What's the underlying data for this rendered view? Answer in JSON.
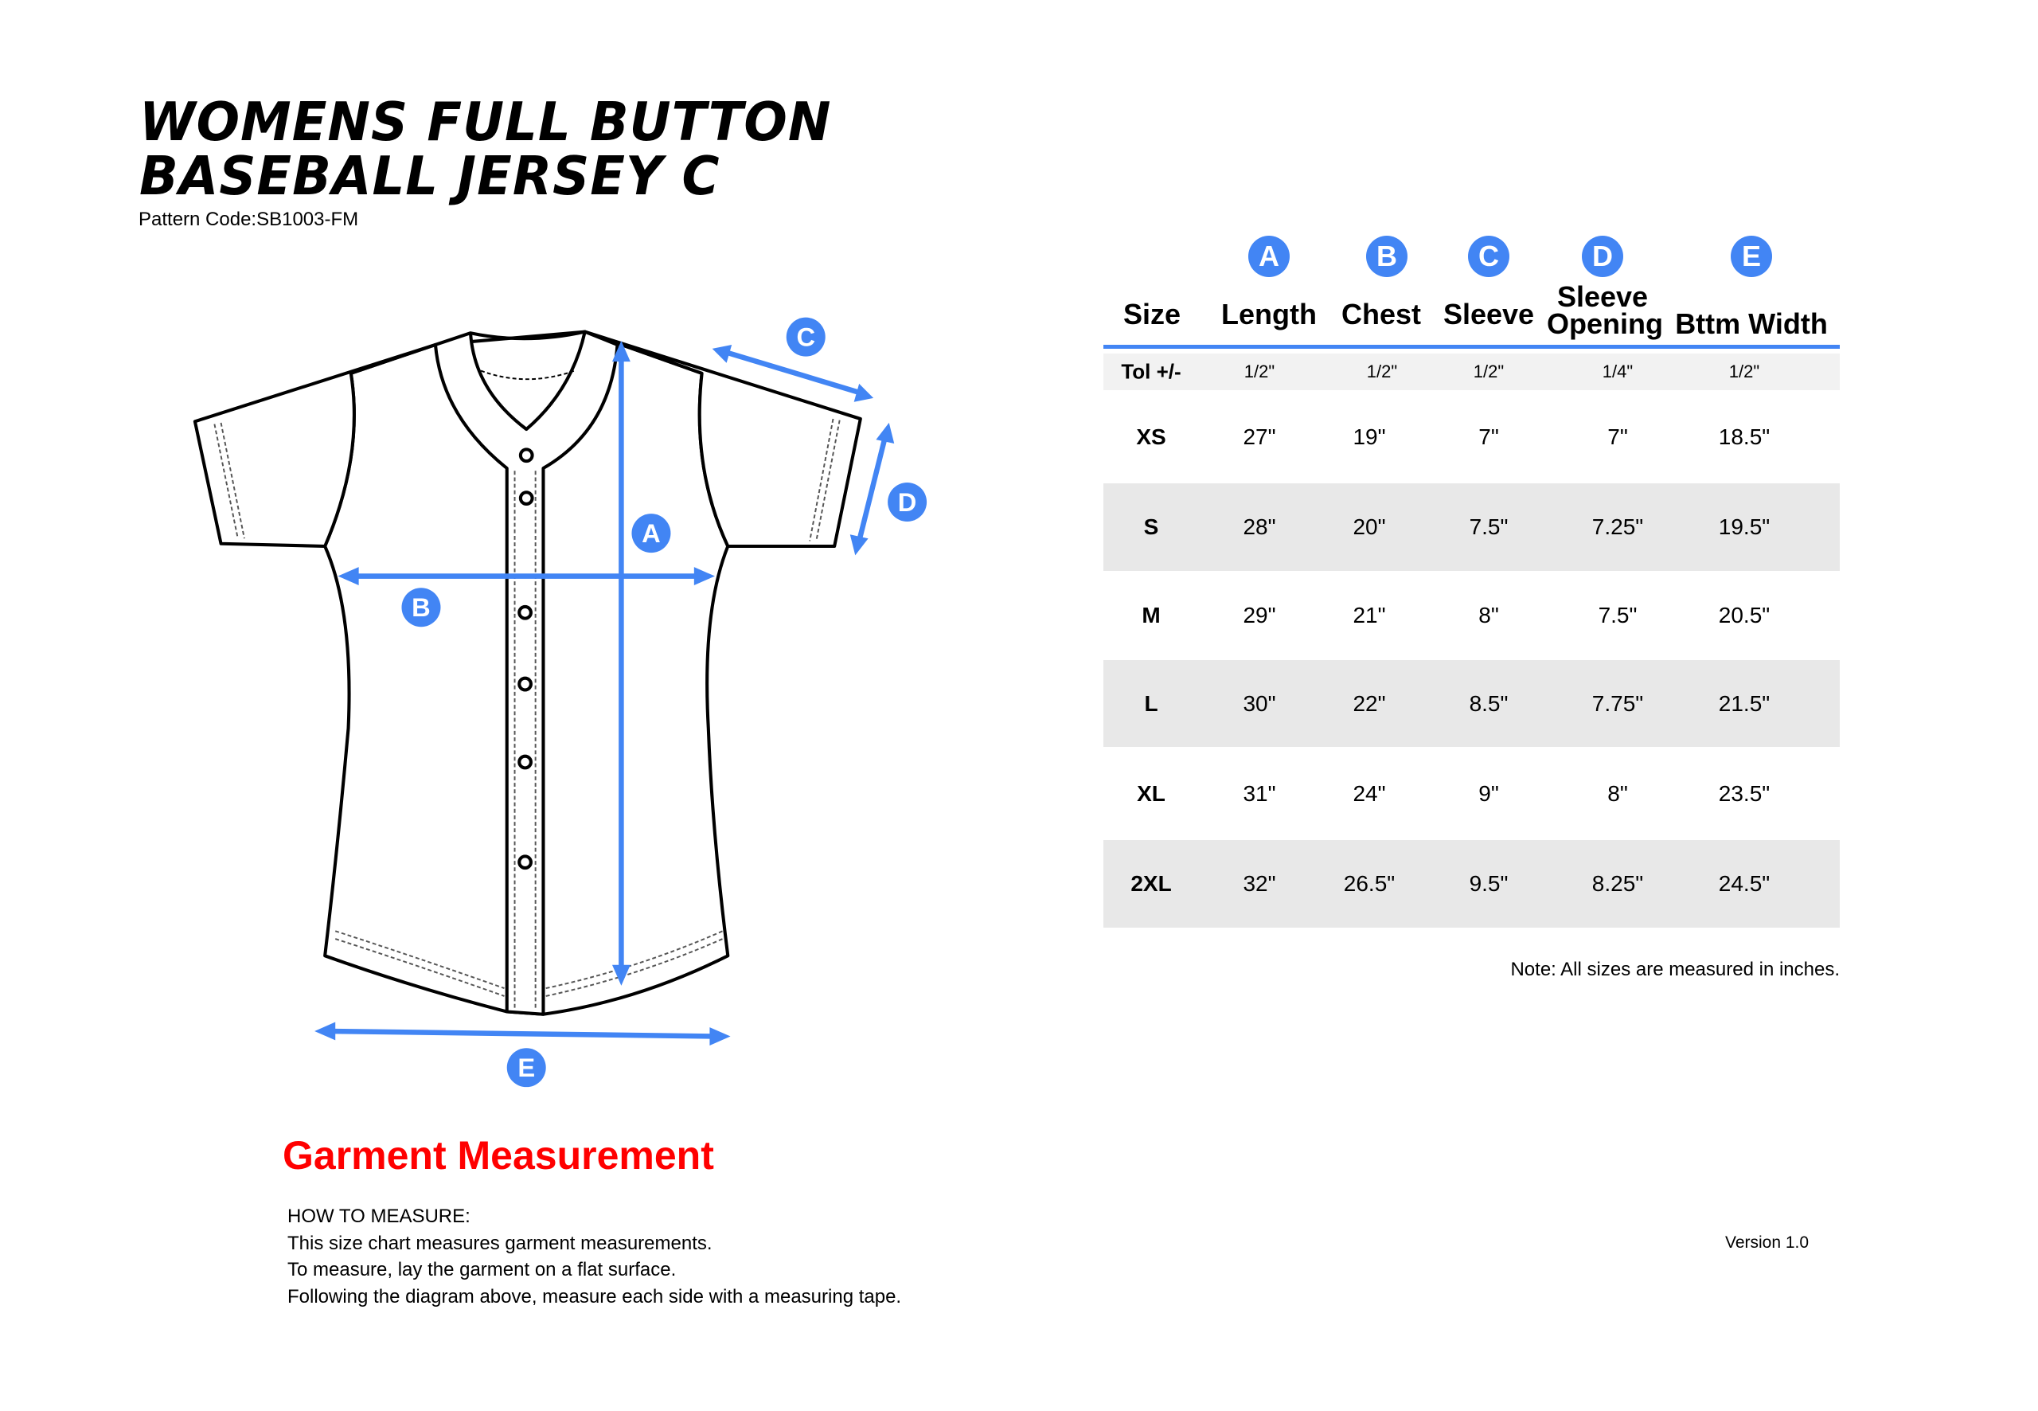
{
  "title": {
    "line1": "WOMENS FULL BUTTON",
    "line2": "BASEBALL JERSEY C"
  },
  "pattern_code": "Pattern Code:SB1003-FM",
  "diagram_labels": [
    "A",
    "B",
    "C",
    "D",
    "E"
  ],
  "accent_color": "#4285f4",
  "table": {
    "columns": [
      {
        "letter": "",
        "label": "Size"
      },
      {
        "letter": "A",
        "label": "Length"
      },
      {
        "letter": "B",
        "label": "Chest"
      },
      {
        "letter": "C",
        "label": "Sleeve"
      },
      {
        "letter": "D",
        "label": "Sleeve Opening"
      },
      {
        "letter": "E",
        "label": "Bttm Width"
      }
    ],
    "tolerance": [
      "Tol +/-",
      "1/2\"",
      "1/2\"",
      "1/2\"",
      "1/4\"",
      "1/2\""
    ],
    "rows": [
      [
        "XS",
        "27\"",
        "19\"",
        "7\"",
        "7\"",
        "18.5\""
      ],
      [
        "S",
        "28\"",
        "20\"",
        "7.5\"",
        "7.25\"",
        "19.5\""
      ],
      [
        "M",
        "29\"",
        "21\"",
        "8\"",
        "7.5\"",
        "20.5\""
      ],
      [
        "L",
        "30\"",
        "22\"",
        "8.5\"",
        "7.75\"",
        "21.5\""
      ],
      [
        "XL",
        "31\"",
        "24\"",
        "9\"",
        "8\"",
        "23.5\""
      ],
      [
        "2XL",
        "32\"",
        "26.5\"",
        "9.5\"",
        "8.25\"",
        "24.5\""
      ]
    ],
    "note": "Note: All sizes are measured in inches."
  },
  "section_title": "Garment Measurement",
  "instructions": [
    "HOW TO MEASURE:",
    "This size chart measures garment measurements.",
    "To measure, lay the garment on a flat surface.",
    "Following the diagram above, measure each side with a measuring tape."
  ],
  "version": "Version 1.0"
}
